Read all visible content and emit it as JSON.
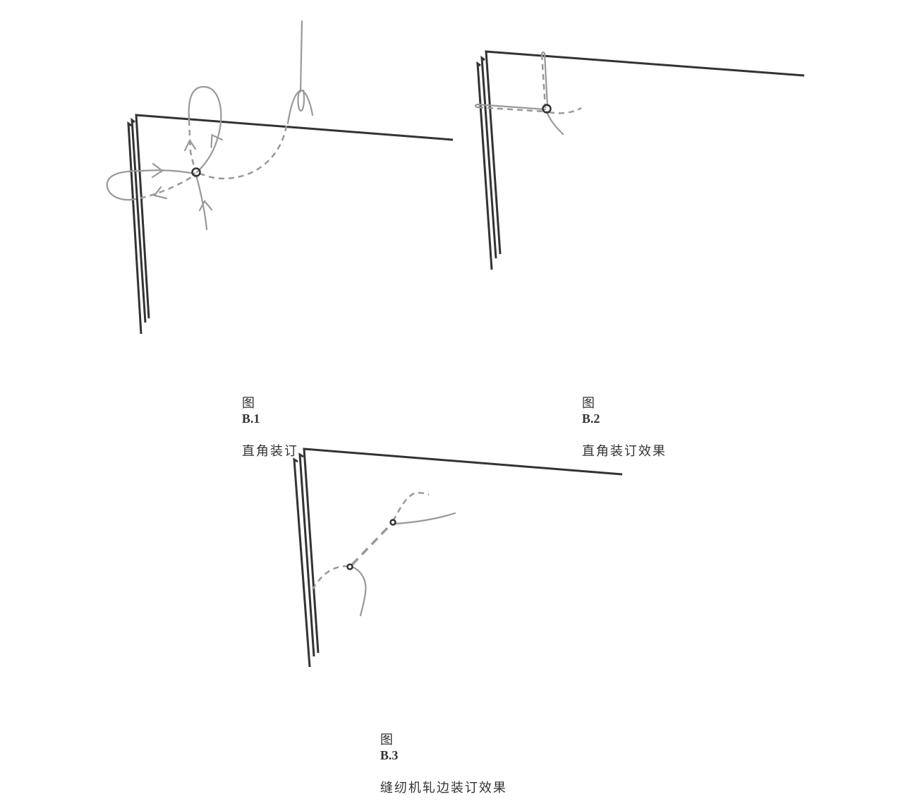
{
  "figures": [
    {
      "id": "B.1",
      "caption": {
        "prefix": "图",
        "number": "B.1",
        "title": "直角装订"
      },
      "elements": [
        "page-stack",
        "sewing-hole",
        "thread-loops",
        "direction-arrows",
        "needle"
      ]
    },
    {
      "id": "B.2",
      "caption": {
        "prefix": "图",
        "number": "B.2",
        "title": "直角装订效果"
      },
      "elements": [
        "page-stack",
        "sewing-hole",
        "thread-stitches"
      ]
    },
    {
      "id": "B.3",
      "caption": {
        "prefix": "图",
        "number": "B.3",
        "title": "缝纫机轧边装订效果"
      },
      "elements": [
        "page-stack",
        "sewing-hole-1",
        "sewing-hole-2",
        "machine-stitch-line"
      ]
    }
  ],
  "colors": {
    "page_edge": "#333333",
    "thread": "#999999",
    "background": "#ffffff"
  }
}
